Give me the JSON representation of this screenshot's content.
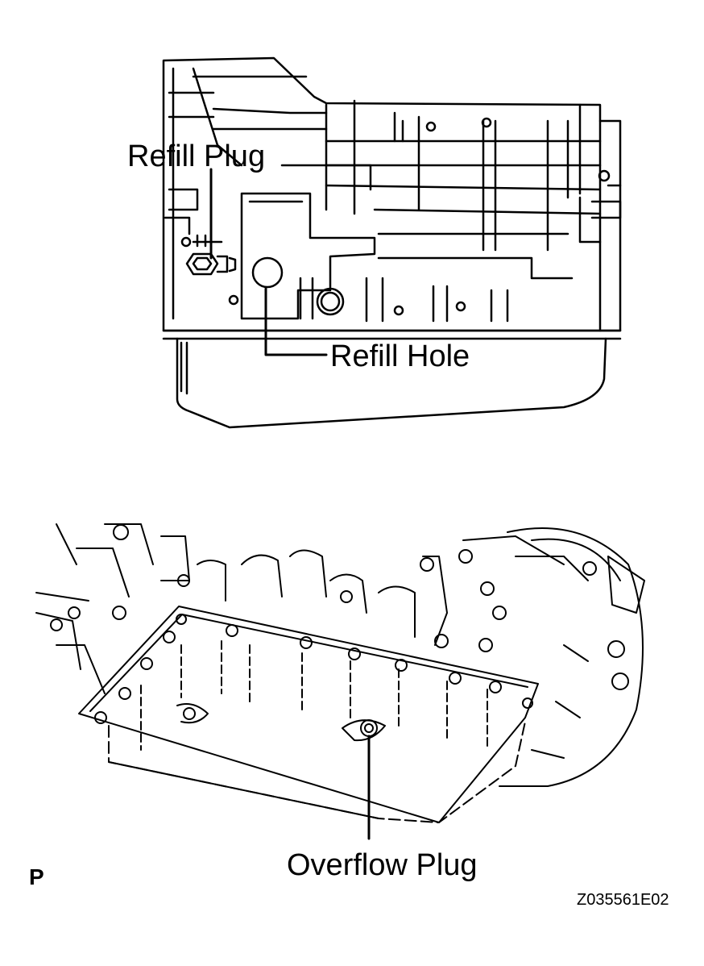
{
  "callouts": {
    "refill_plug": "Refill Plug",
    "refill_hole": "Refill Hole",
    "overflow_plug": "Overflow Plug"
  },
  "corner_mark": "P",
  "figure_code": "Z035561E02"
}
